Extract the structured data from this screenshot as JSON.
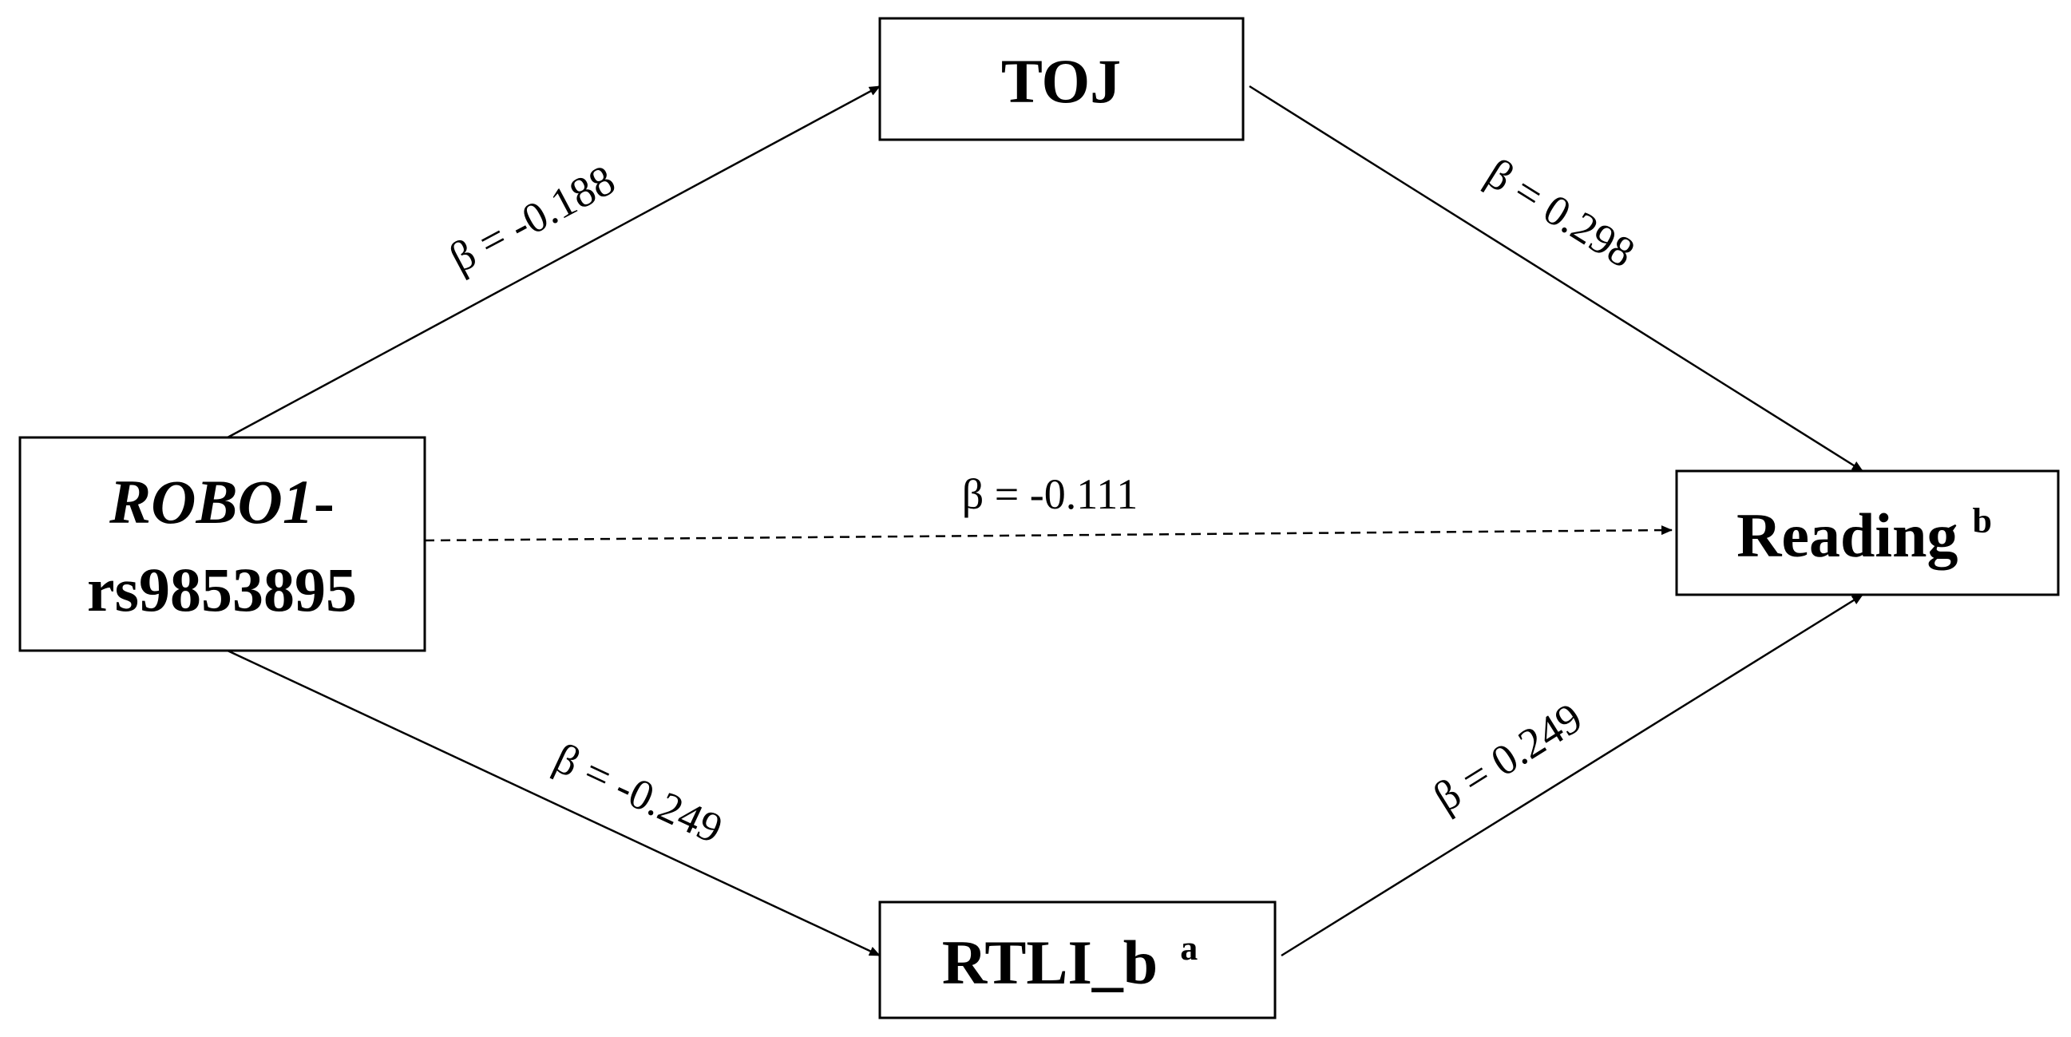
{
  "nodes": {
    "predictor": {
      "gene": "ROBO1",
      "hyphen": "-",
      "snp": "rs9853895"
    },
    "mediator_top": {
      "label": "TOJ"
    },
    "mediator_bottom": {
      "label": "RTLI_b",
      "superscript": "a"
    },
    "outcome": {
      "label": "Reading",
      "superscript": "b"
    }
  },
  "paths": {
    "predictor_to_top": {
      "label": "β = -0.188",
      "style": "solid"
    },
    "top_to_outcome": {
      "label": "β = 0.298",
      "style": "solid"
    },
    "predictor_to_outcome": {
      "label": "β = -0.111",
      "style": "dashed"
    },
    "predictor_to_bottom": {
      "label": "β = -0.249",
      "style": "solid"
    },
    "bottom_to_outcome": {
      "label": "β = 0.249",
      "style": "solid"
    }
  },
  "colors": {
    "stroke": "#000000",
    "background": "#ffffff"
  }
}
